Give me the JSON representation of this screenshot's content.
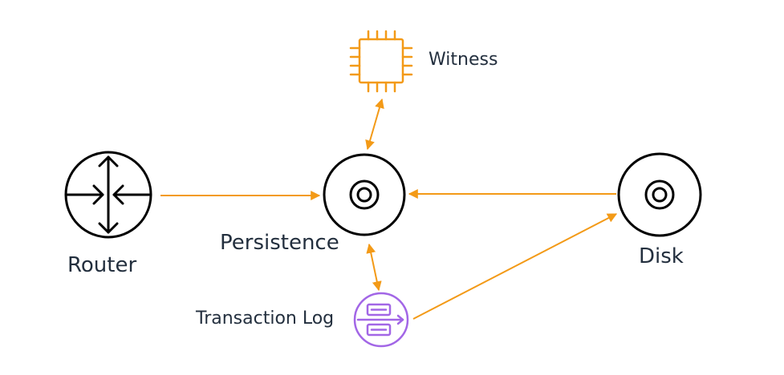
{
  "diagram": {
    "nodes": {
      "witness": {
        "label": "Witness",
        "icon": "processor-chip-icon"
      },
      "router": {
        "label": "Router",
        "icon": "router-icon"
      },
      "persistence": {
        "label": "Persistence",
        "icon": "disk-icon"
      },
      "disk": {
        "label": "Disk",
        "icon": "disk-icon"
      },
      "transaction_log": {
        "label": "Transaction Log",
        "icon": "log-stream-icon"
      }
    },
    "edges": [
      {
        "from": "router",
        "to": "persistence",
        "direction": "forward"
      },
      {
        "from": "disk",
        "to": "persistence",
        "direction": "forward"
      },
      {
        "from": "witness",
        "to": "persistence",
        "direction": "both"
      },
      {
        "from": "persistence",
        "to": "transaction_log",
        "direction": "both"
      },
      {
        "from": "transaction_log",
        "to": "disk",
        "direction": "forward"
      }
    ],
    "colors": {
      "arrow": "#f39a17",
      "chip": "#f39a17",
      "node_stroke": "#000000",
      "log": "#a266e6",
      "text": "#232f3e"
    }
  }
}
